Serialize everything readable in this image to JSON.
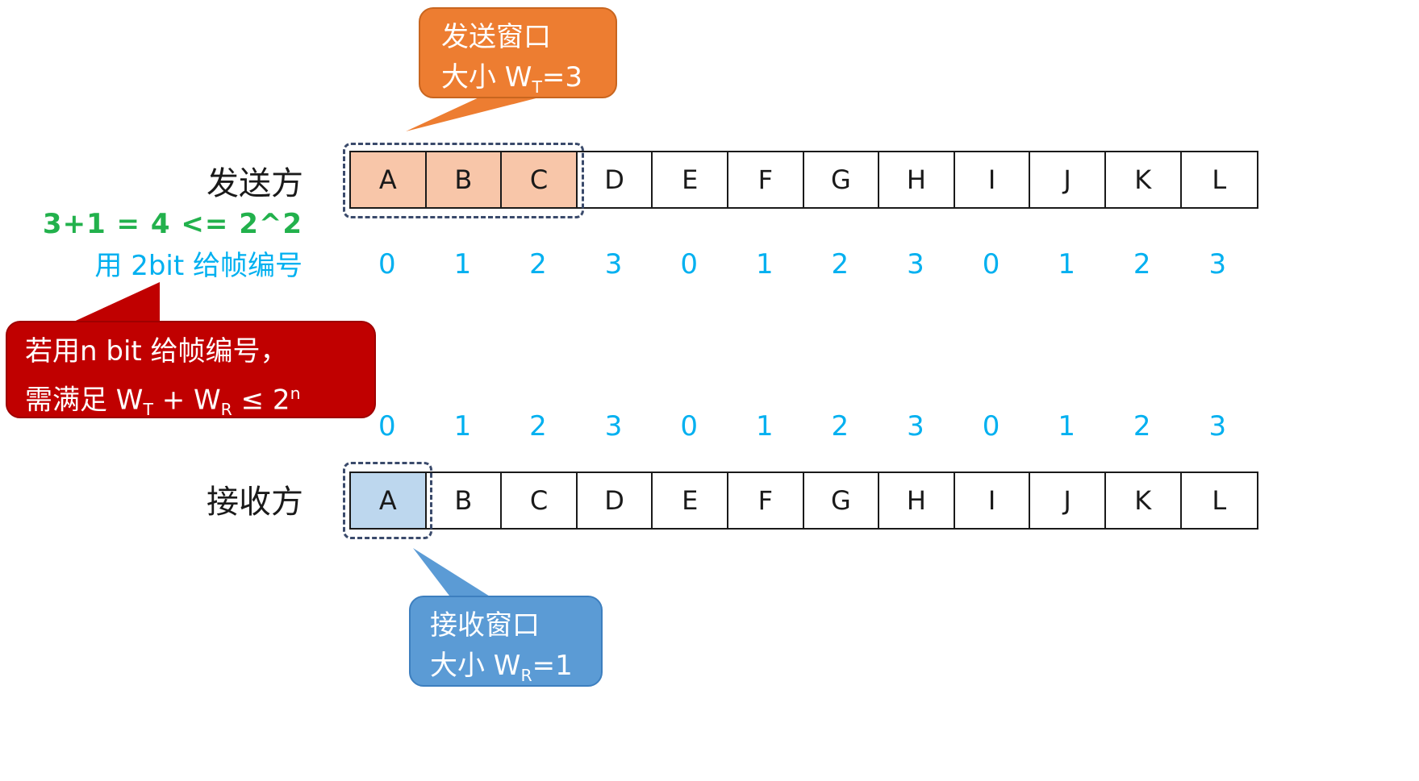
{
  "sender": {
    "label": "发送方",
    "frames": [
      "A",
      "B",
      "C",
      "D",
      "E",
      "F",
      "G",
      "H",
      "I",
      "J",
      "K",
      "L"
    ],
    "window_size": 3
  },
  "receiver": {
    "label": "接收方",
    "frames": [
      "A",
      "B",
      "C",
      "D",
      "E",
      "F",
      "G",
      "H",
      "I",
      "J",
      "K",
      "L"
    ],
    "window_size": 1
  },
  "sequence_numbers_top": [
    "0",
    "1",
    "2",
    "3",
    "0",
    "1",
    "2",
    "3",
    "0",
    "1",
    "2",
    "3"
  ],
  "sequence_numbers_bottom": [
    "0",
    "1",
    "2",
    "3",
    "0",
    "1",
    "2",
    "3",
    "0",
    "1",
    "2",
    "3"
  ],
  "formula": "3+1 = 4 <= 2^2",
  "note_2bit": "用 2bit 给帧编号",
  "callouts": {
    "send_window": {
      "line1": "发送窗口",
      "line2_prefix": "大小 W",
      "line2_sub": "T",
      "line2_suffix": "=3"
    },
    "recv_window": {
      "line1": "接收窗口",
      "line2_prefix": "大小 W",
      "line2_sub": "R",
      "line2_suffix": "=1"
    },
    "condition": {
      "line1": "若用n bit  给帧编号，",
      "line2_prefix": "需满足 W",
      "line2_sub1": "T",
      "line2_mid": " + W",
      "line2_sub2": "R",
      "line2_rel": " ≤ 2",
      "line2_sup": "n"
    }
  },
  "colors": {
    "send_window_fill": "#f8c6a9",
    "recv_window_fill": "#bdd7ee",
    "send_callout": "#ed7d31",
    "recv_callout": "#5b9bd5",
    "condition_callout": "#c00000",
    "formula_green": "#22b14c",
    "seq_blue": "#00b0f0"
  }
}
